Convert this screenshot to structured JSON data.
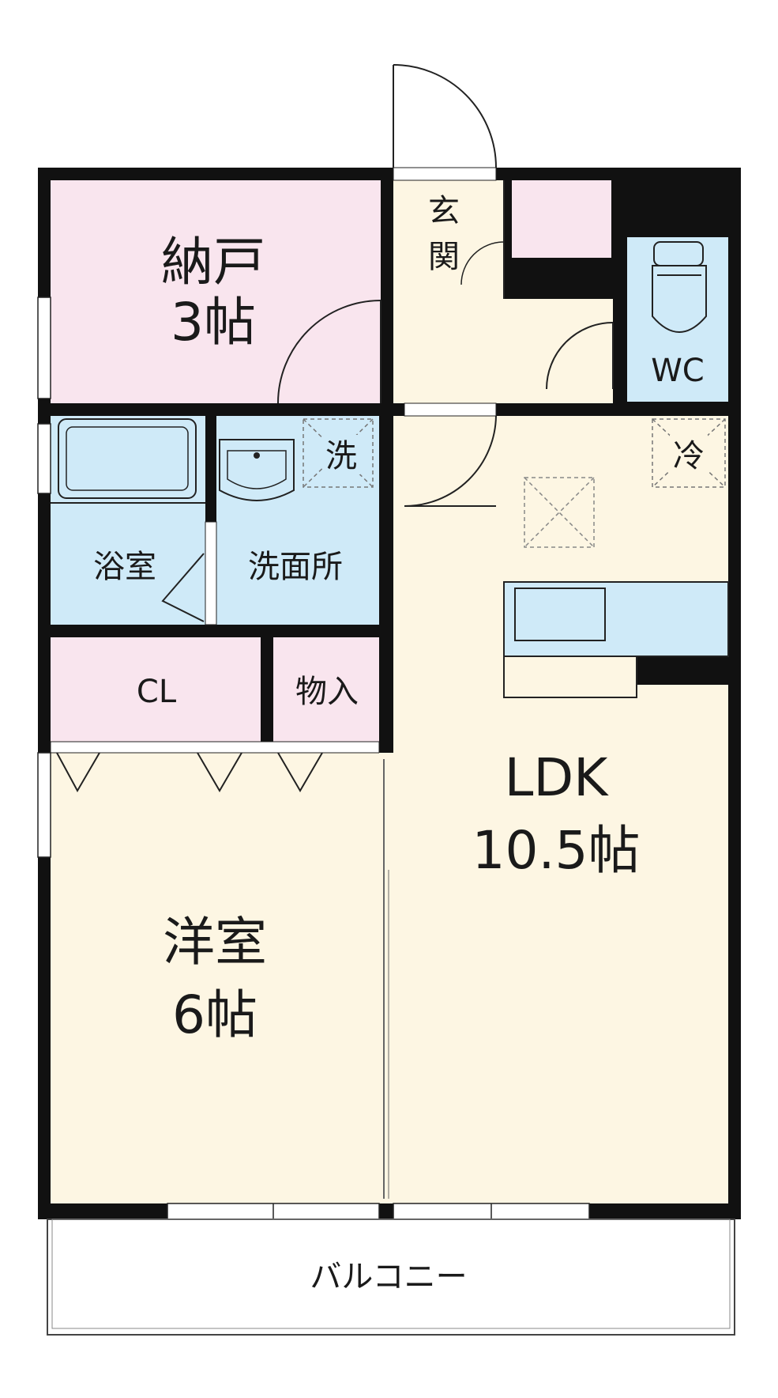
{
  "colors": {
    "wall": "#111111",
    "pink": "#f9e5ee",
    "blue": "#cfeaf8",
    "cream": "#fdf6e3",
    "white": "#ffffff"
  },
  "rooms": {
    "storage": {
      "name": "納戸",
      "size": "3帖"
    },
    "entrance": {
      "name_top": "玄",
      "name_bottom": "関"
    },
    "wc": {
      "name": "WC"
    },
    "bath": {
      "name": "浴室"
    },
    "washroom": {
      "name": "洗面所"
    },
    "washer": {
      "mark": "洗"
    },
    "fridge": {
      "mark": "冷"
    },
    "closet": {
      "name": "CL"
    },
    "storeroom": {
      "name": "物入"
    },
    "ldk": {
      "name": "LDK",
      "size": "10.5帖"
    },
    "western": {
      "name": "洋室",
      "size": "6帖"
    },
    "balcony": {
      "name": "バルコニー"
    }
  }
}
